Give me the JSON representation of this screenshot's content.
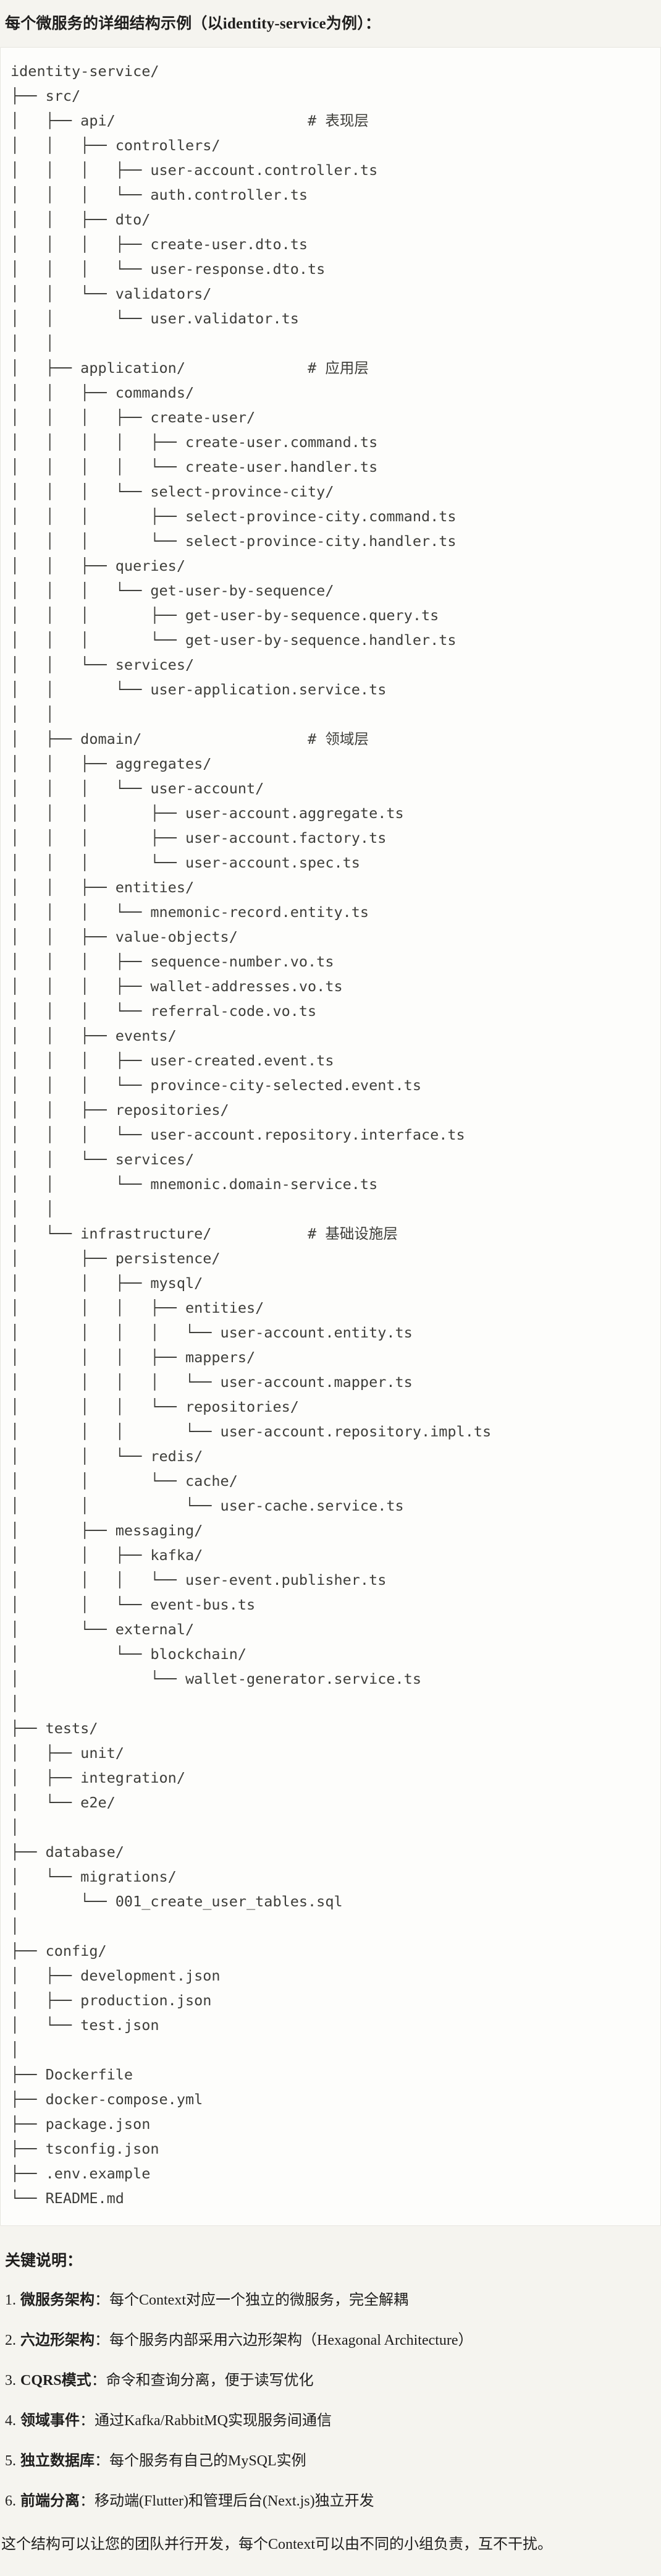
{
  "title": "每个微服务的详细结构示例（以identity-service为例）：",
  "tree": [
    "identity-service/",
    "├── src/",
    "│   ├── api/                      # 表现层",
    "│   │   ├── controllers/",
    "│   │   │   ├── user-account.controller.ts",
    "│   │   │   └── auth.controller.ts",
    "│   │   ├── dto/",
    "│   │   │   ├── create-user.dto.ts",
    "│   │   │   └── user-response.dto.ts",
    "│   │   └── validators/",
    "│   │       └── user.validator.ts",
    "│   │",
    "│   ├── application/              # 应用层",
    "│   │   ├── commands/",
    "│   │   │   ├── create-user/",
    "│   │   │   │   ├── create-user.command.ts",
    "│   │   │   │   └── create-user.handler.ts",
    "│   │   │   └── select-province-city/",
    "│   │   │       ├── select-province-city.command.ts",
    "│   │   │       └── select-province-city.handler.ts",
    "│   │   ├── queries/",
    "│   │   │   └── get-user-by-sequence/",
    "│   │   │       ├── get-user-by-sequence.query.ts",
    "│   │   │       └── get-user-by-sequence.handler.ts",
    "│   │   └── services/",
    "│   │       └── user-application.service.ts",
    "│   │",
    "│   ├── domain/                   # 领域层",
    "│   │   ├── aggregates/",
    "│   │   │   └── user-account/",
    "│   │   │       ├── user-account.aggregate.ts",
    "│   │   │       ├── user-account.factory.ts",
    "│   │   │       └── user-account.spec.ts",
    "│   │   ├── entities/",
    "│   │   │   └── mnemonic-record.entity.ts",
    "│   │   ├── value-objects/",
    "│   │   │   ├── sequence-number.vo.ts",
    "│   │   │   ├── wallet-addresses.vo.ts",
    "│   │   │   └── referral-code.vo.ts",
    "│   │   ├── events/",
    "│   │   │   ├── user-created.event.ts",
    "│   │   │   └── province-city-selected.event.ts",
    "│   │   ├── repositories/",
    "│   │   │   └── user-account.repository.interface.ts",
    "│   │   └── services/",
    "│   │       └── mnemonic.domain-service.ts",
    "│   │",
    "│   └── infrastructure/           # 基础设施层",
    "│       ├── persistence/",
    "│       │   ├── mysql/",
    "│       │   │   ├── entities/",
    "│       │   │   │   └── user-account.entity.ts",
    "│       │   │   ├── mappers/",
    "│       │   │   │   └── user-account.mapper.ts",
    "│       │   │   └── repositories/",
    "│       │   │       └── user-account.repository.impl.ts",
    "│       │   └── redis/",
    "│       │       └── cache/",
    "│       │           └── user-cache.service.ts",
    "│       ├── messaging/",
    "│       │   ├── kafka/",
    "│       │   │   └── user-event.publisher.ts",
    "│       │   └── event-bus.ts",
    "│       └── external/",
    "│           └── blockchain/",
    "│               └── wallet-generator.service.ts",
    "│",
    "├── tests/",
    "│   ├── unit/",
    "│   ├── integration/",
    "│   └── e2e/",
    "│",
    "├── database/",
    "│   └── migrations/",
    "│       └── 001_create_user_tables.sql",
    "│",
    "├── config/",
    "│   ├── development.json",
    "│   ├── production.json",
    "│   └── test.json",
    "│",
    "├── Dockerfile",
    "├── docker-compose.yml",
    "├── package.json",
    "├── tsconfig.json",
    "├── .env.example",
    "└── README.md"
  ],
  "notes": {
    "heading": "关键说明：",
    "items": [
      {
        "num": "1.",
        "term": "微服务架构",
        "desc": "：每个Context对应一个独立的微服务，完全解耦"
      },
      {
        "num": "2.",
        "term": "六边形架构",
        "desc": "：每个服务内部采用六边形架构（Hexagonal Architecture）"
      },
      {
        "num": "3.",
        "term": "CQRS模式",
        "desc": "：命令和查询分离，便于读写优化"
      },
      {
        "num": "4.",
        "term": "领域事件",
        "desc": "：通过Kafka/RabbitMQ实现服务间通信"
      },
      {
        "num": "5.",
        "term": "独立数据库",
        "desc": "：每个服务有自己的MySQL实例"
      },
      {
        "num": "6.",
        "term": "前端分离",
        "desc": "：移动端(Flutter)和管理后台(Next.js)独立开发"
      }
    ]
  },
  "closing": "这个结构可以让您的团队并行开发，每个Context可以由不同的小组负责，互不干扰。",
  "colors": {
    "page_bg": "#f5f4ef",
    "code_bg": "#fdfdfb",
    "code_border": "#e6e5df",
    "code_text": "#3e3e3a",
    "text": "#1f1e1d"
  }
}
